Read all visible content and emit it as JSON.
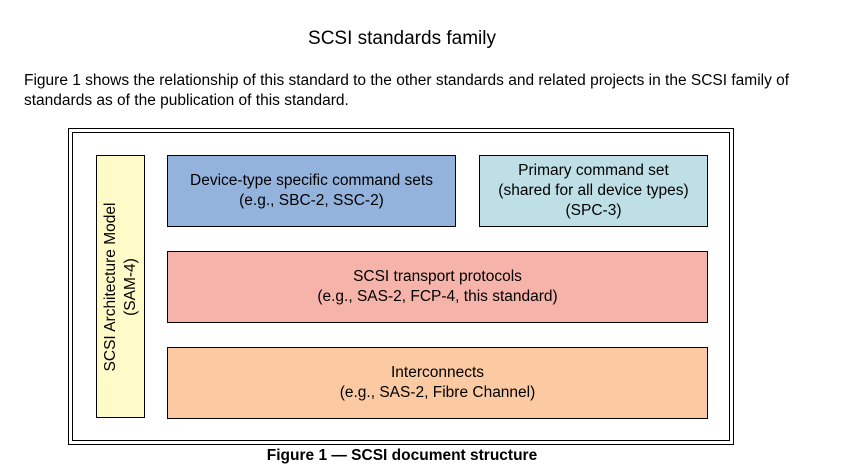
{
  "heading": "SCSI standards family",
  "intro": "Figure 1 shows the relationship of this standard to the other standards and related projects in the SCSI family of standards as of the publication of this standard.",
  "caption": "Figure 1 — SCSI document structure",
  "diagram": {
    "sam": {
      "line1": "SCSI Architecture Model",
      "line2": "(SAM-4)",
      "fill": "#fffbc8"
    },
    "device_type": {
      "line1": "Device-type specific command sets",
      "line2": "(e.g., SBC-2, SSC-2)",
      "fill": "#93b3dc"
    },
    "primary": {
      "line1": "Primary command set",
      "line2": "(shared for all device types)",
      "line3": "(SPC-3)",
      "fill": "#bfdfe7"
    },
    "transport": {
      "line1": "SCSI transport protocols",
      "line2": "(e.g., SAS-2, FCP-4, this standard)",
      "fill": "#f6b3a9"
    },
    "interconnects": {
      "line1": "Interconnects",
      "line2": "(e.g., SAS-2, Fibre Channel)",
      "fill": "#fbcaa2"
    }
  }
}
